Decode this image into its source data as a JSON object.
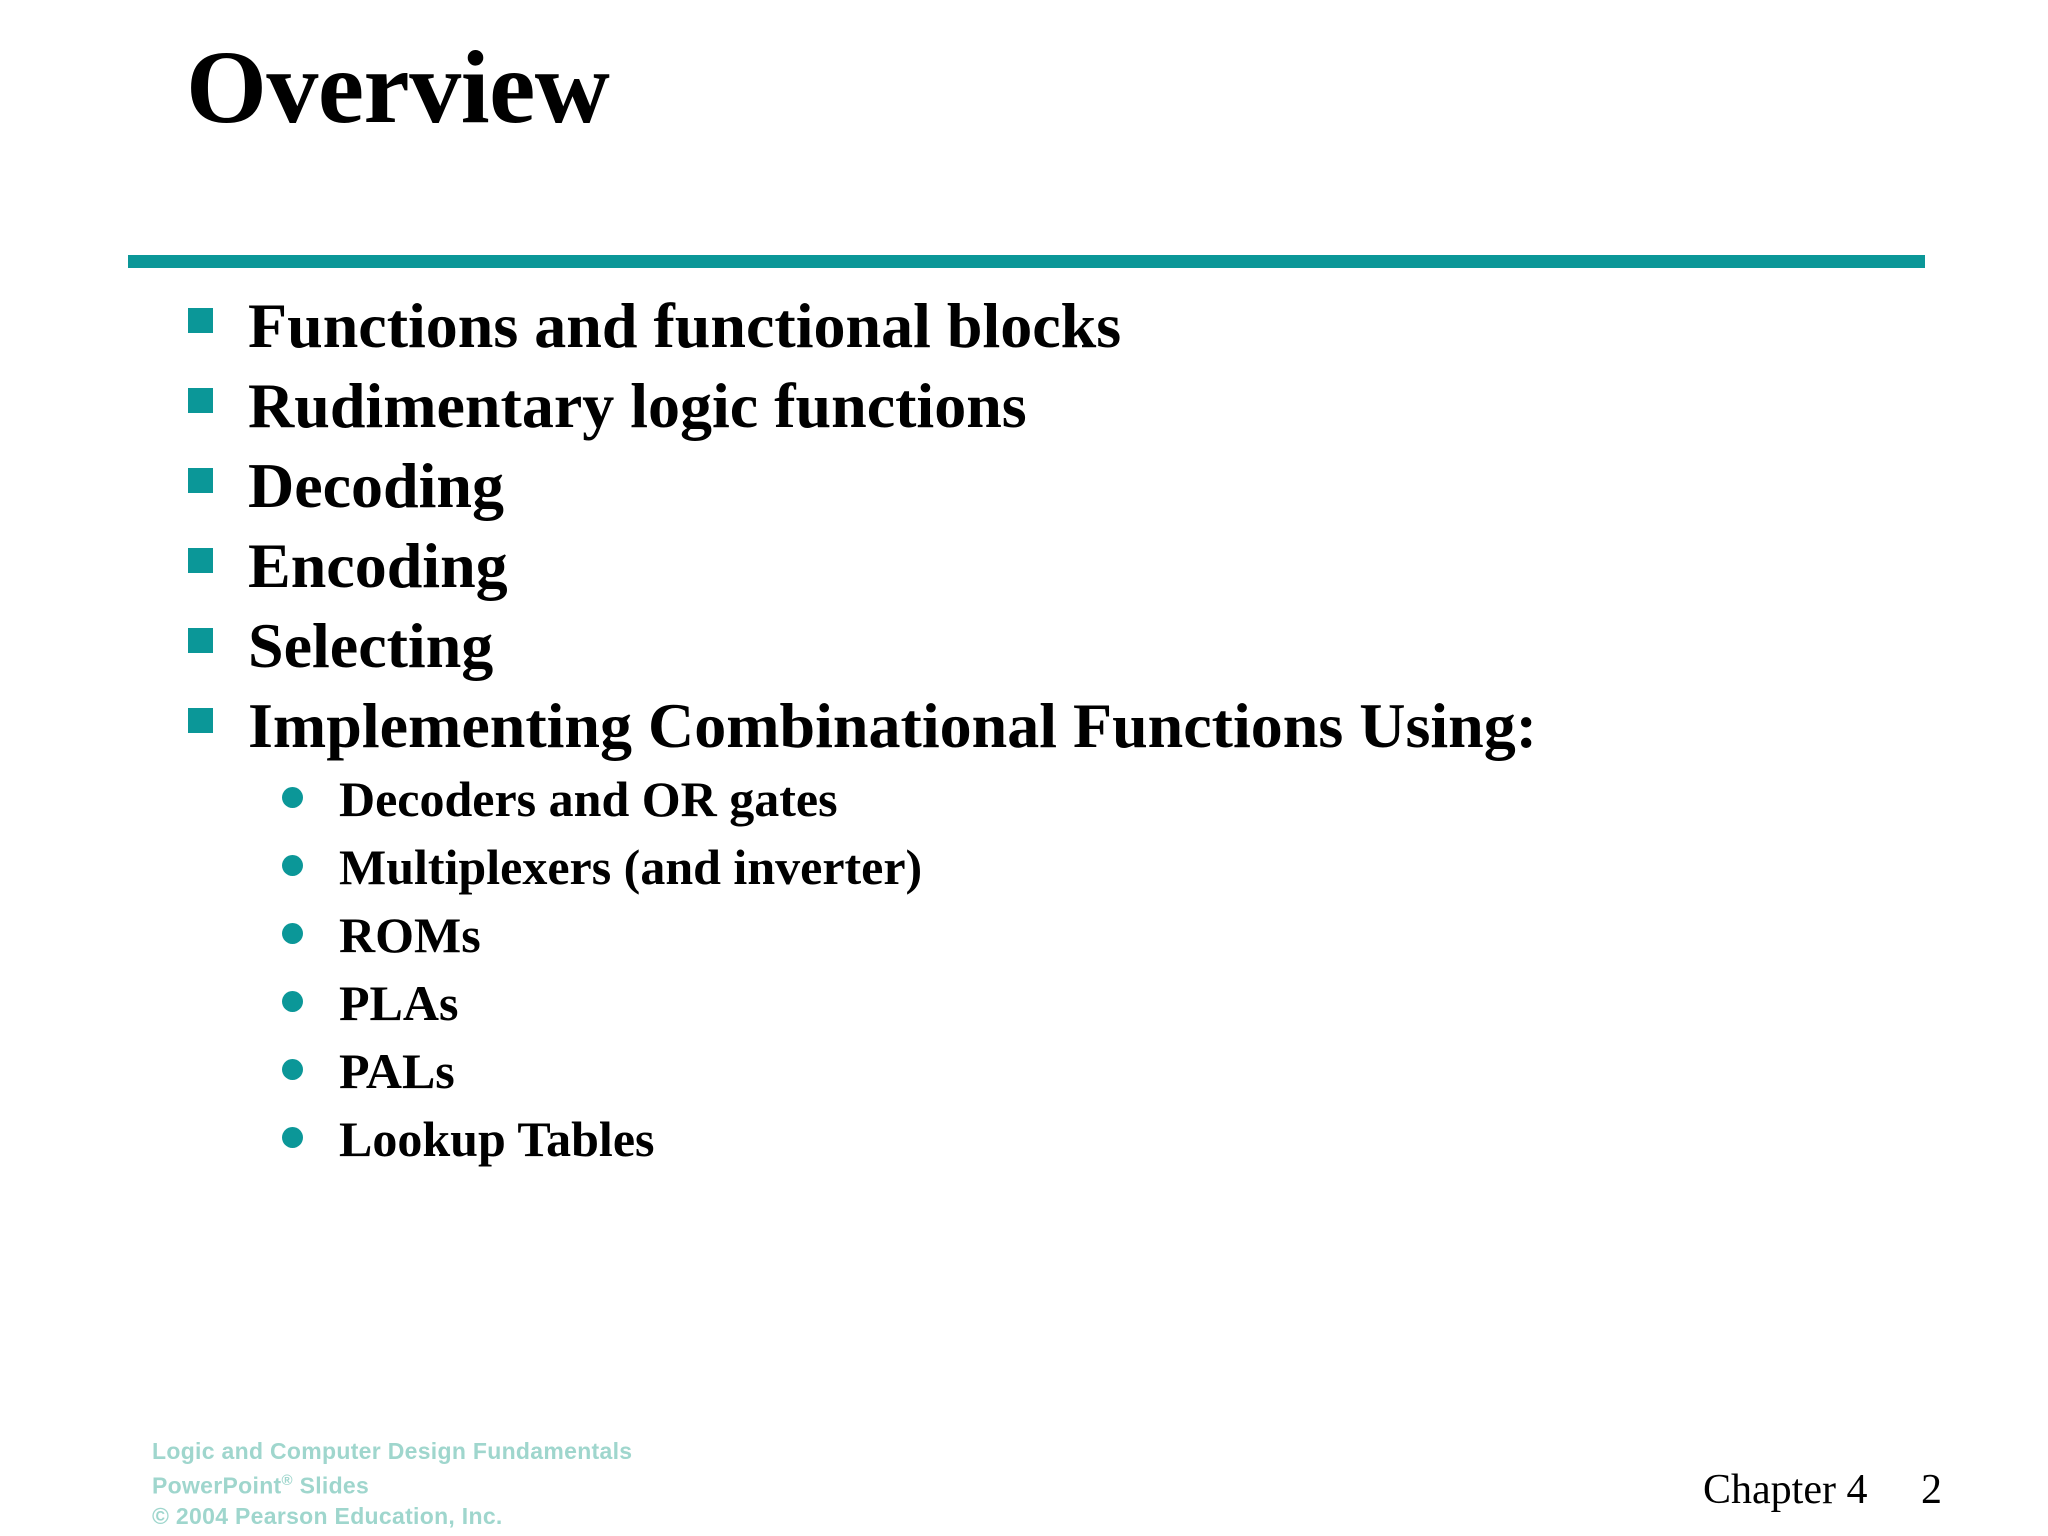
{
  "slide": {
    "title": "Overview",
    "accent_color": "#0B9798",
    "background_color": "#FFFFFF",
    "text_color": "#000000",
    "watermark_color": "#9FD6CD"
  },
  "bullets": [
    {
      "level": 1,
      "text": "Functions and functional blocks",
      "marker": "square-bullet-icon"
    },
    {
      "level": 1,
      "text": "Rudimentary logic functions",
      "marker": "square-bullet-icon"
    },
    {
      "level": 1,
      "text": "Decoding",
      "marker": "square-bullet-icon"
    },
    {
      "level": 1,
      "text": "Encoding",
      "marker": "square-bullet-icon"
    },
    {
      "level": 1,
      "text": "Selecting",
      "marker": "square-bullet-icon"
    },
    {
      "level": 1,
      "text": "Implementing Combinational Functions Using:",
      "marker": "square-bullet-icon"
    },
    {
      "level": 2,
      "text": "Decoders and OR gates",
      "marker": "round-bullet-icon"
    },
    {
      "level": 2,
      "text": "Multiplexers (and inverter)",
      "marker": "round-bullet-icon"
    },
    {
      "level": 2,
      "text": "ROMs",
      "marker": "round-bullet-icon"
    },
    {
      "level": 2,
      "text": "PLAs",
      "marker": "round-bullet-icon"
    },
    {
      "level": 2,
      "text": "PALs",
      "marker": "round-bullet-icon"
    },
    {
      "level": 2,
      "text": "Lookup Tables",
      "marker": "round-bullet-icon"
    }
  ],
  "footer": {
    "watermark_line1": "Logic and Computer Design Fundamentals",
    "watermark_line2_prefix": "PowerPoint",
    "watermark_line2_sup": "®",
    "watermark_line2_suffix": " Slides",
    "watermark_line3": "© 2004 Pearson Education, Inc.",
    "chapter": "Chapter 4",
    "page_number": "2"
  }
}
